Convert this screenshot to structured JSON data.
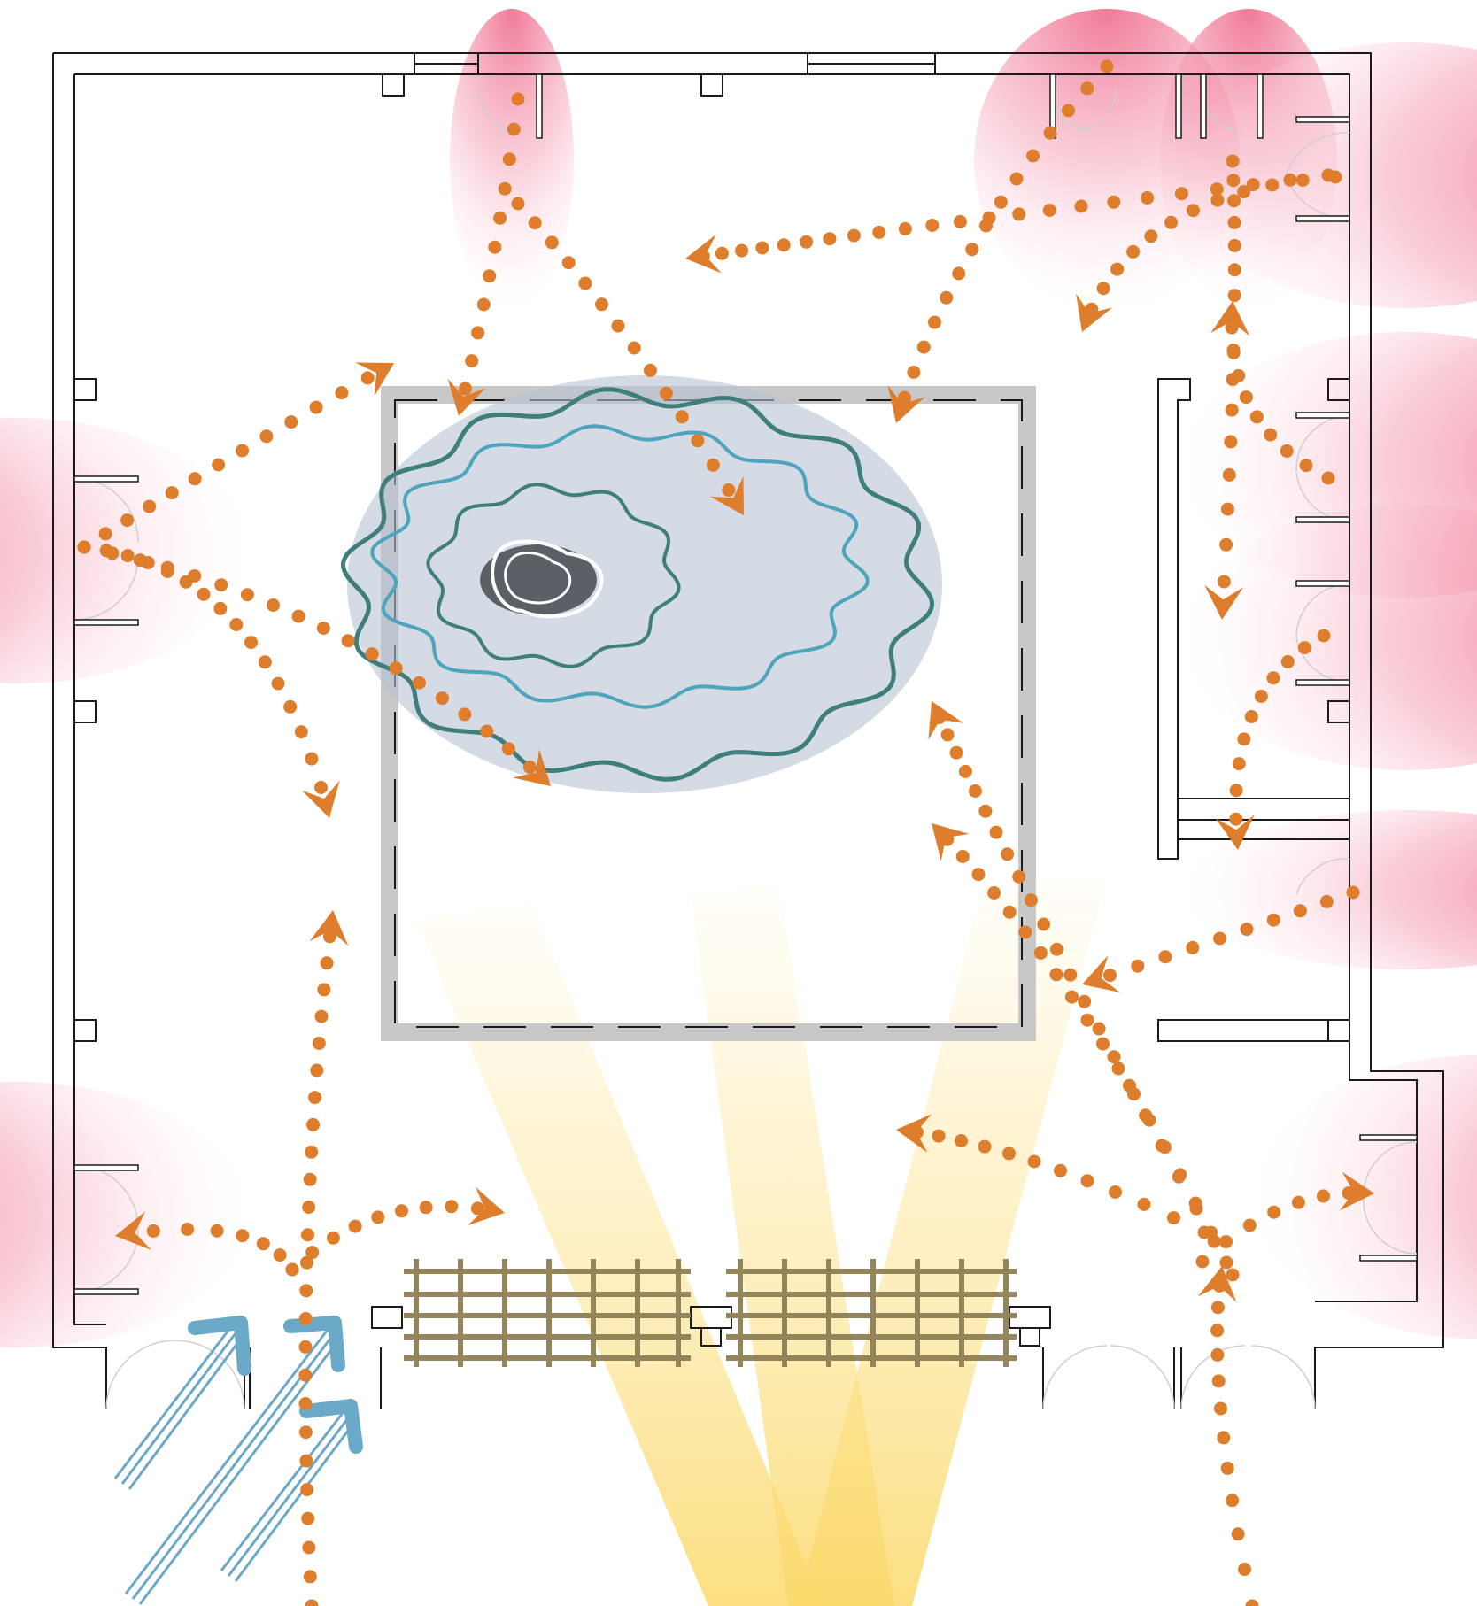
{
  "diagram": {
    "colors": {
      "background": "#ffffff",
      "wall": "#1a1a1a",
      "door_arc": "#cfcfcf",
      "pink_glow": "#f07a97",
      "path_dot": "#de7d2b",
      "arrow_head": "#de7d2b",
      "sun_beam": "#fbd96a",
      "wind": "#6aa9c7",
      "pool_halo": "#b8c3d4",
      "contour_dark": "#3f7f7b",
      "contour_light": "#4ea3bd",
      "core_stone": "#5b6066",
      "courtyard_frame": "#c8c8c8",
      "trellis": "#8f7f55"
    },
    "icons": {
      "wind": "wind-arrow-icon",
      "sunlight": "sun-beam-icon",
      "circulation": "dotted-path-arrow-icon",
      "pool": "pool-contour-icon",
      "trellis": "pergola-grid-icon"
    },
    "layers": [
      "walls",
      "doors",
      "openings",
      "circulation",
      "pool",
      "sunlight",
      "wind",
      "trellis"
    ]
  }
}
